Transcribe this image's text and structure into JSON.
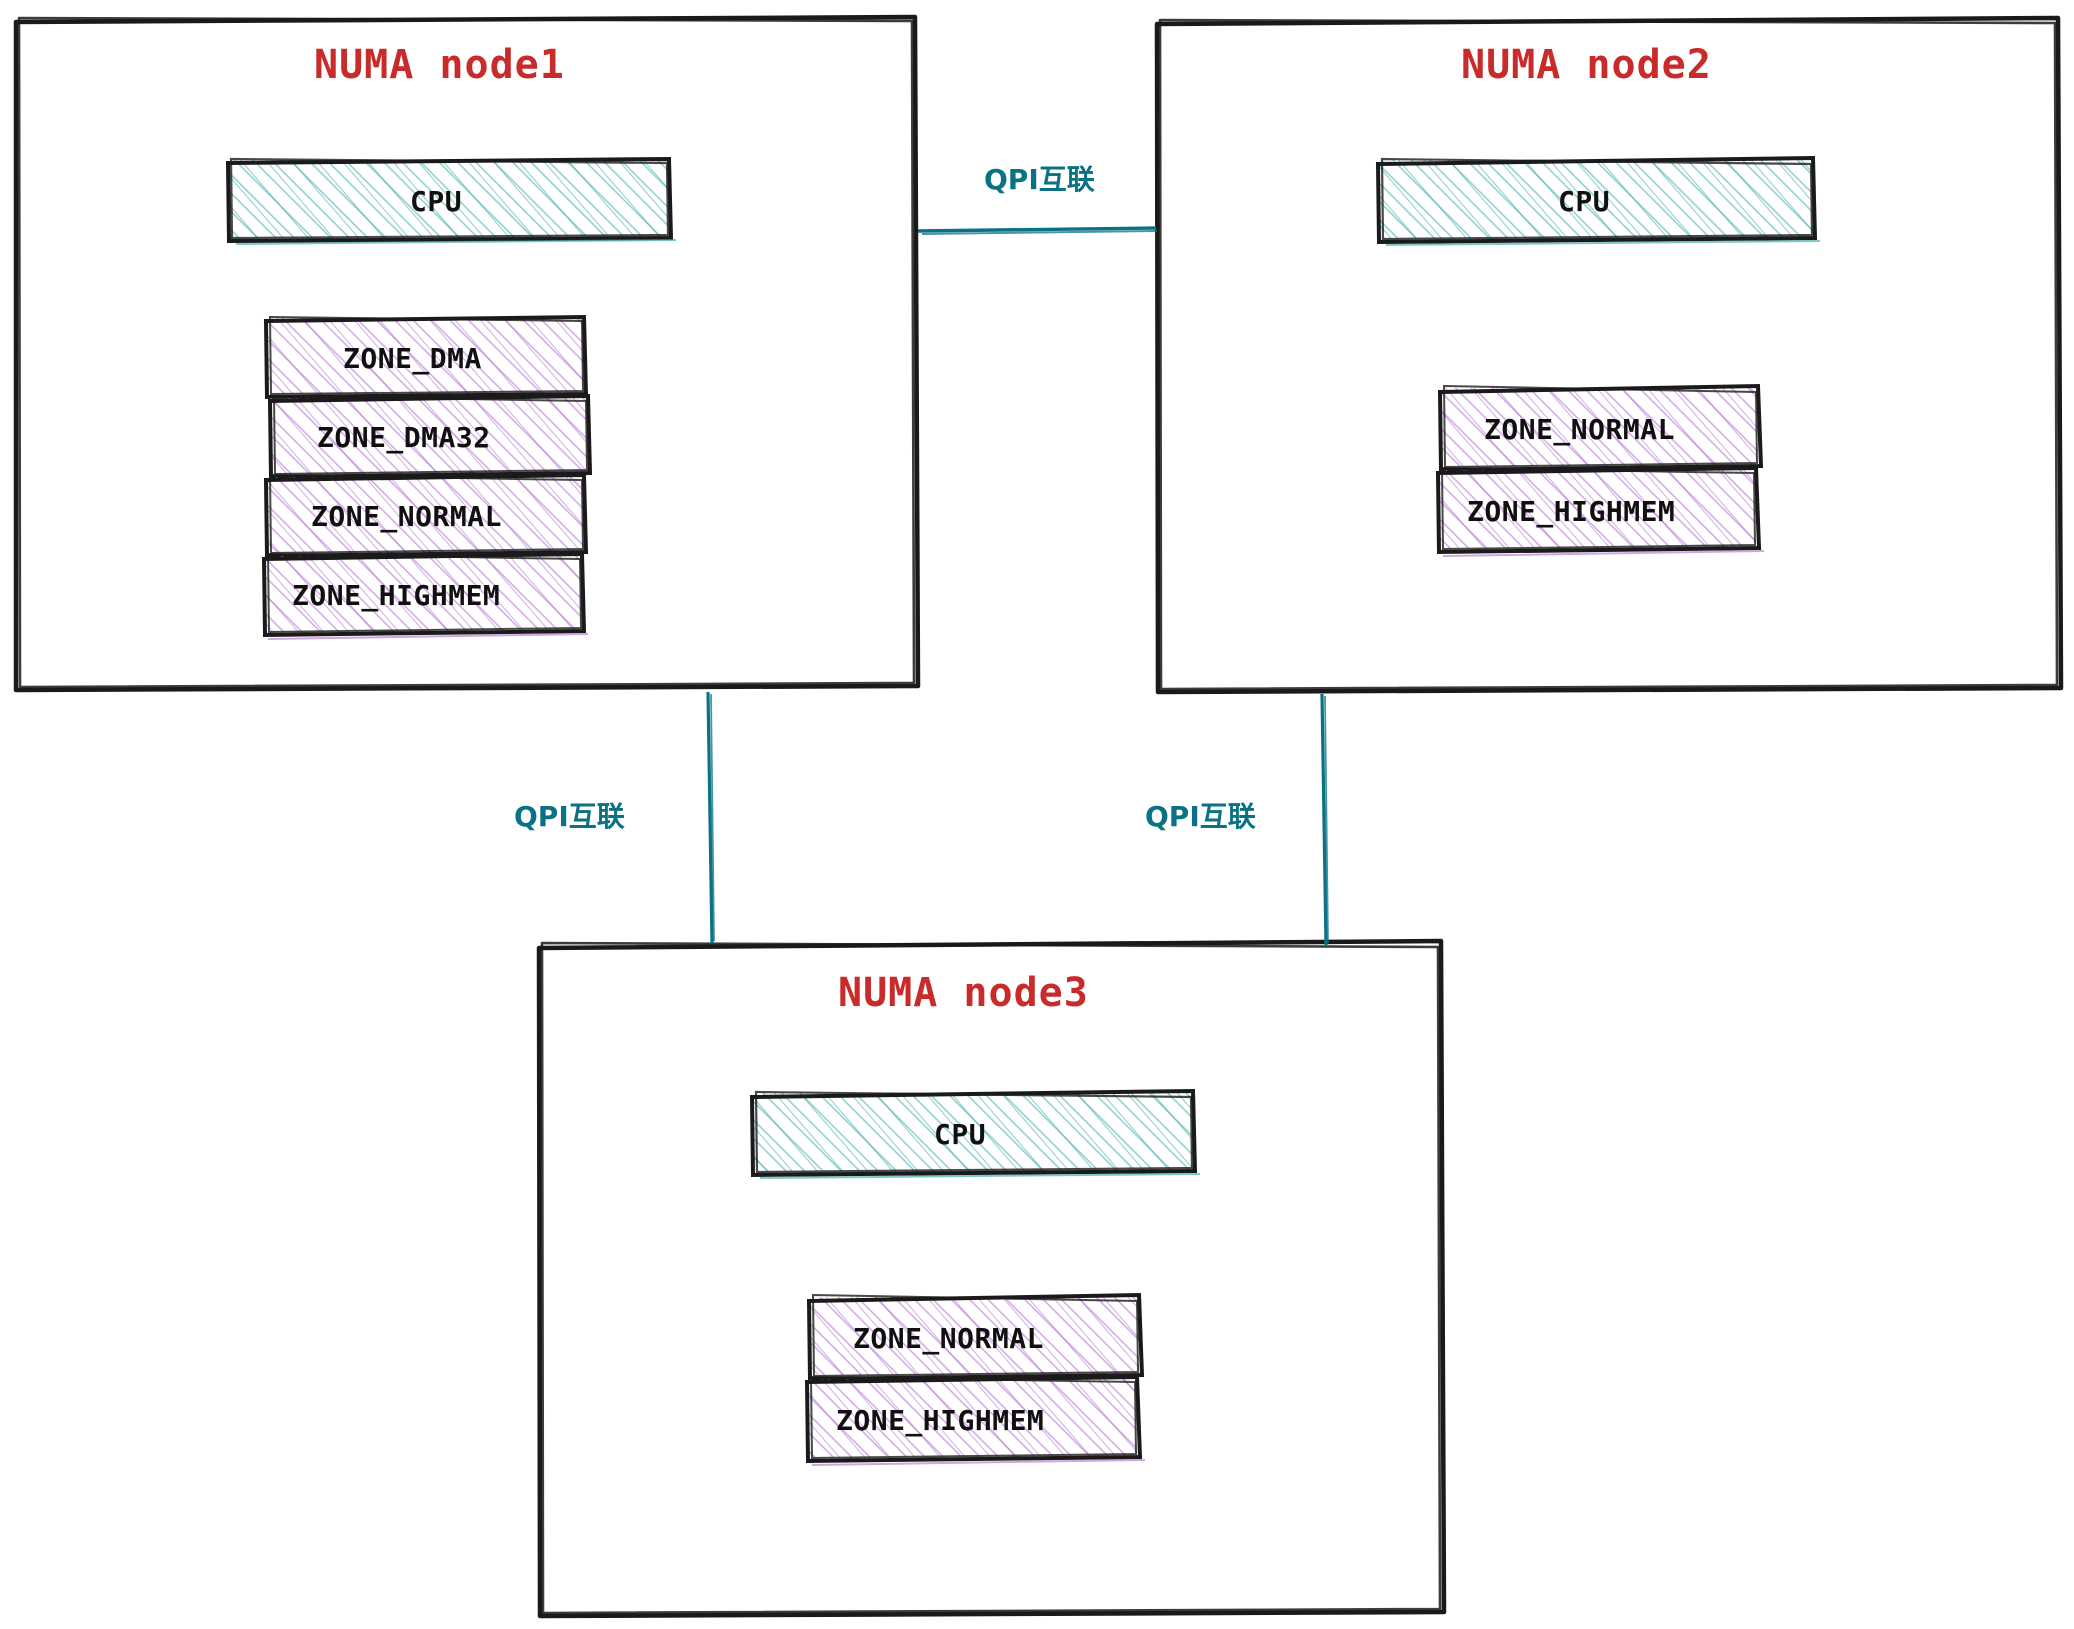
{
  "diagram": {
    "title": "NUMA node topology with QPI interconnects",
    "type": "diagram",
    "style": "hand-drawn sketch",
    "colors": {
      "node_title": "#c92a2a",
      "cpu_fill": "#3aada8",
      "zone_fill": "#b06ad0",
      "link": "#0b7285",
      "stroke": "#1a1a1a",
      "background": "#ffffff"
    },
    "nodes": [
      {
        "id": "node1",
        "title": "NUMA node1",
        "cpu": {
          "label": "CPU"
        },
        "zones": [
          {
            "label": "ZONE_DMA"
          },
          {
            "label": "ZONE_DMA32"
          },
          {
            "label": "ZONE_NORMAL"
          },
          {
            "label": "ZONE_HIGHMEM"
          }
        ]
      },
      {
        "id": "node2",
        "title": "NUMA node2",
        "cpu": {
          "label": "CPU"
        },
        "zones": [
          {
            "label": "ZONE_NORMAL"
          },
          {
            "label": "ZONE_HIGHMEM"
          }
        ]
      },
      {
        "id": "node3",
        "title": "NUMA node3",
        "cpu": {
          "label": "CPU"
        },
        "zones": [
          {
            "label": "ZONE_NORMAL"
          },
          {
            "label": "ZONE_HIGHMEM"
          }
        ]
      }
    ],
    "links": [
      {
        "id": "link-node1-node2",
        "label": "QPI互联",
        "from": "node1",
        "to": "node2",
        "orientation": "horizontal"
      },
      {
        "id": "link-node1-node3",
        "label": "QPI互联",
        "from": "node1",
        "to": "node3",
        "orientation": "vertical"
      },
      {
        "id": "link-node2-node3",
        "label": "QPI互联",
        "from": "node2",
        "to": "node3",
        "orientation": "vertical"
      }
    ]
  }
}
